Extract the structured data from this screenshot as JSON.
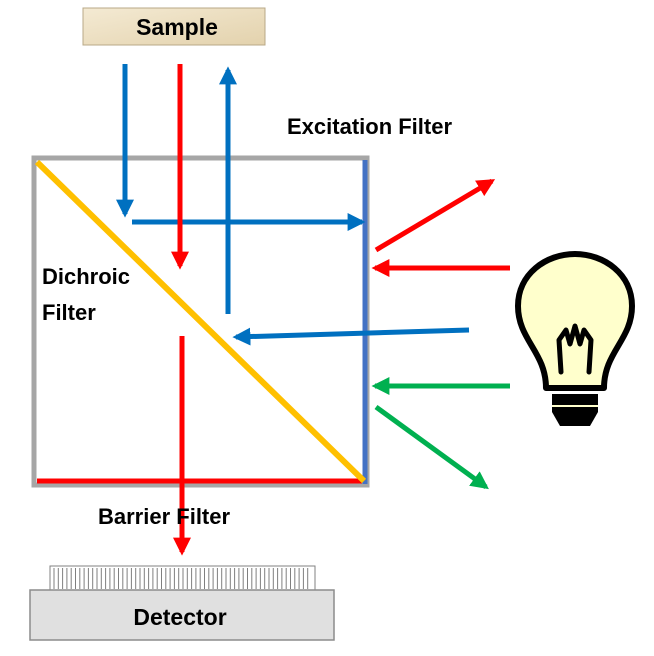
{
  "labels": {
    "sample": "Sample",
    "excitation_filter": "Excitation Filter",
    "dichroic_line1": "Dichroic",
    "dichroic_line2": "Filter",
    "barrier_filter": "Barrier Filter",
    "detector": "Detector"
  },
  "colors": {
    "red": "#ff0000",
    "blue": "#0070c0",
    "green": "#00b050",
    "dichroic": "#ffc000",
    "excitation_filter": "#4472c4",
    "cube_border": "#a6a6a6",
    "sample_fill": "#efe2c4",
    "detector_fill": "#e0e0e0",
    "bulb_fill": "#ffffcc",
    "bulb_outline": "#000000"
  },
  "icons": {
    "light_source": "light-bulb-icon"
  }
}
